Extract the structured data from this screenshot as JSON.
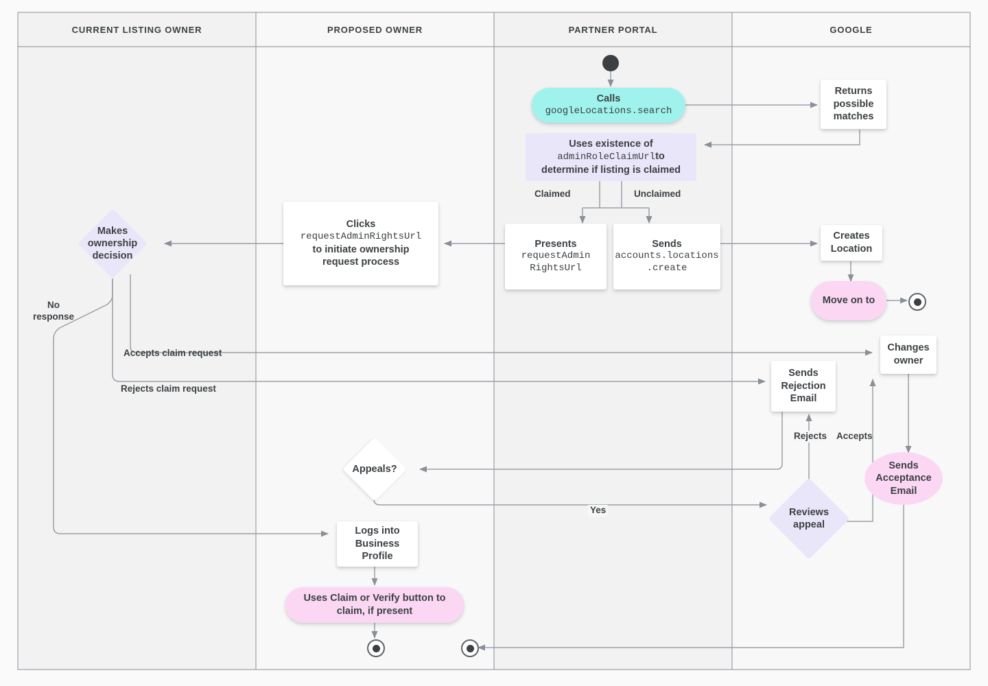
{
  "diagram": {
    "title": "Business listing ownership transfer flow",
    "background": "#fafafa",
    "lane_fill_a": "#f2f2f2",
    "lane_fill_b": "#f8f8f8",
    "line_color": "#9aa0a6",
    "colors": {
      "cyan": "#9ff3ec",
      "pink": "#fbd7f4",
      "lavender": "#eae6fa",
      "white": "#ffffff",
      "text": "#3c4043"
    }
  },
  "lanes": [
    {
      "id": "current-listing-owner",
      "label": "CURRENT LISTING OWNER"
    },
    {
      "id": "proposed-owner",
      "label": "PROPOSED OWNER"
    },
    {
      "id": "partner-portal",
      "label": "PARTNER PORTAL"
    },
    {
      "id": "google",
      "label": "GOOGLE"
    }
  ],
  "nodes": {
    "calls_search": {
      "line1": "Calls",
      "line2": "googleLocations.search"
    },
    "uses_existence": {
      "line1": "Uses existence of",
      "line2": "adminRoleClaimUrl",
      "line3": "to",
      "line4": "determine if listing is claimed"
    },
    "returns_matches": {
      "text": "Returns possible matches"
    },
    "presents_url": {
      "line1": "Presents",
      "line2": "requestAdmin",
      "line3": "RightsUrl"
    },
    "sends_create": {
      "line1": "Sends",
      "line2": "accounts.locations",
      "line3": ".create"
    },
    "creates_location": {
      "text": "Creates Location"
    },
    "move_on_to": {
      "text": "Move on to"
    },
    "clicks_url": {
      "line1": "Clicks",
      "line2": "requestAdminRightsUrl",
      "line3": "to initiate ownership",
      "line4": "request process"
    },
    "makes_decision": {
      "text": "Makes ownership decision"
    },
    "changes_owner": {
      "text": "Changes owner"
    },
    "sends_rejection": {
      "text": "Sends Rejection Email"
    },
    "sends_acceptance": {
      "text": "Sends Acceptance Email"
    },
    "appeals": {
      "text": "Appeals?"
    },
    "reviews_appeal": {
      "text": "Reviews appeal"
    },
    "logs_in": {
      "text": "Logs into Business Profile"
    },
    "uses_claim_verify": {
      "text": "Uses Claim or Verify button to claim, if present"
    }
  },
  "edge_labels": {
    "claimed": "Claimed",
    "unclaimed": "Unclaimed",
    "no_response": "No response",
    "accepts_claim": "Accepts claim request",
    "rejects_claim": "Rejects claim request",
    "rejects": "Rejects",
    "accepts": "Accepts",
    "yes": "Yes"
  },
  "terminals": [
    {
      "id": "start-partner-portal",
      "type": "start"
    },
    {
      "id": "end-google",
      "type": "end"
    },
    {
      "id": "end-proposed-owner",
      "type": "end"
    },
    {
      "id": "end-partner-portal",
      "type": "end"
    }
  ]
}
